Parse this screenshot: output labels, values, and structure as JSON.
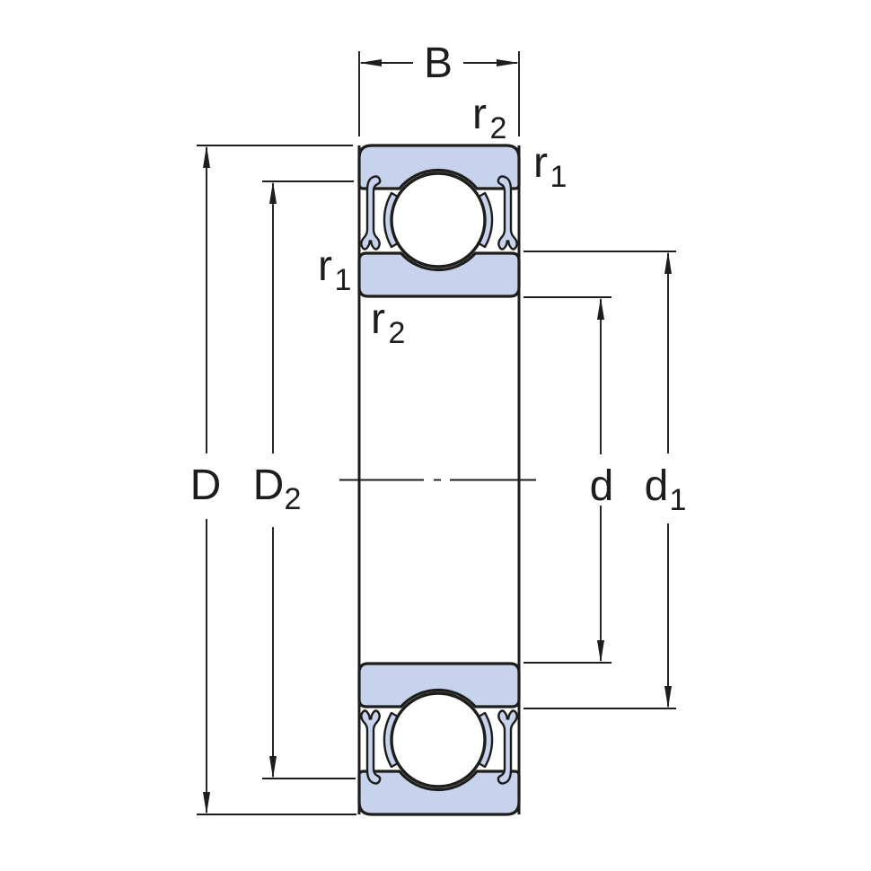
{
  "labels": {
    "width": {
      "text": "B"
    },
    "outer_diameter": {
      "text": "D"
    },
    "recess_diameter": {
      "base": "D",
      "sub": "2"
    },
    "bore_diameter": {
      "text": "d"
    },
    "shoulder_diameter": {
      "base": "d",
      "sub": "1"
    },
    "chamfer_outer_top": {
      "base": "r",
      "sub": "2"
    },
    "chamfer_side_top": {
      "base": "r",
      "sub": "1"
    },
    "chamfer_side_left": {
      "base": "r",
      "sub": "1"
    },
    "chamfer_bottom_left": {
      "base": "r",
      "sub": "2"
    }
  },
  "colors": {
    "ring_fill": "#c7d3ed",
    "outline": "#1d1d1b",
    "background": "#ffffff"
  }
}
